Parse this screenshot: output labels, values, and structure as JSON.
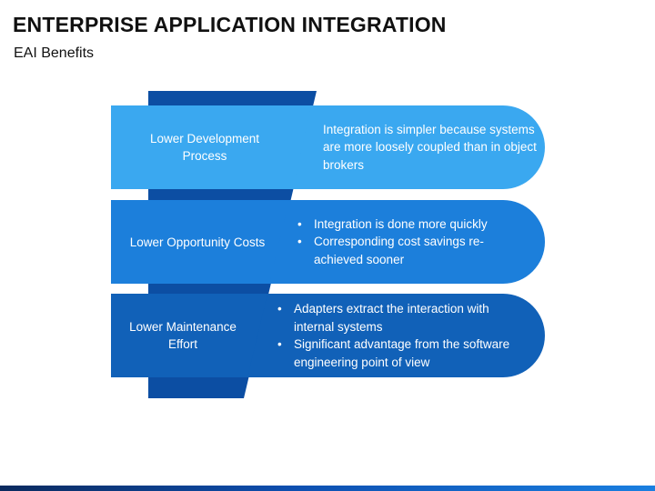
{
  "title": "ENTERPRISE APPLICATION INTEGRATION",
  "subtitle": "EAI Benefits",
  "colors": {
    "light": "#3aa8f0",
    "medium": "#1c7fdb",
    "dark": "#1161b8",
    "back_panel": "#0c4ea3"
  },
  "rows": [
    {
      "label": "Lower Development Process",
      "description": "Integration is simpler because systems are more loosely coupled than in object brokers"
    },
    {
      "label": "Lower Opportunity Costs",
      "bullets": [
        "Integration is done more quickly",
        "Corresponding cost savings re-achieved sooner"
      ]
    },
    {
      "label": "Lower Maintenance Effort",
      "bullets": [
        "Adapters extract the interaction with internal systems",
        "Significant advantage from the software engineering point of view"
      ]
    }
  ]
}
